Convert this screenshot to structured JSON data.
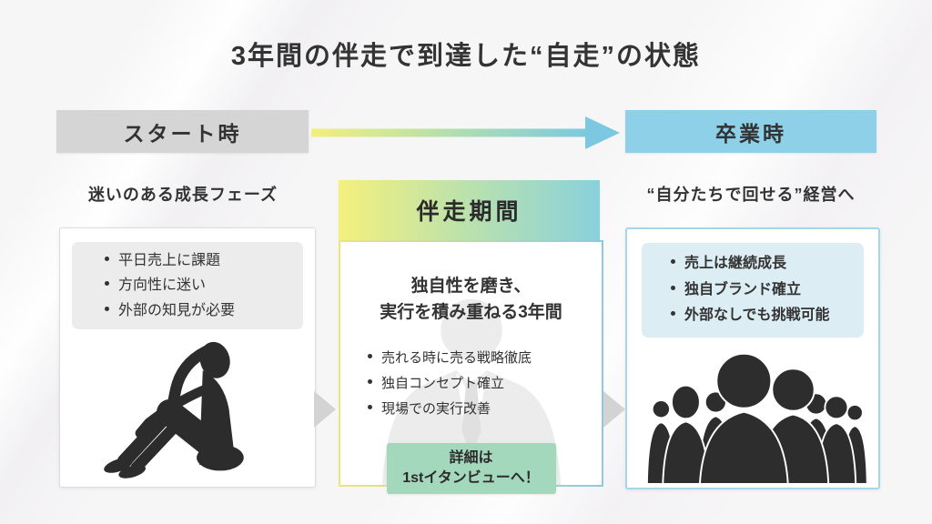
{
  "title": "3年間の伴走で到達した“自走”の状態",
  "timeline": {
    "start_label": "スタート時",
    "end_label": "卒業時"
  },
  "start_section": {
    "heading": "迷いのある成長フェーズ",
    "bullets": [
      "平日売上に課題",
      "方向性に迷い",
      "外部の知見が必要"
    ]
  },
  "middle_section": {
    "heading": "伴走期間",
    "summary_line1": "独自性を磨き、",
    "summary_line2": "実行を積み重ねる3年間",
    "bullets": [
      "売れる時に売る戦略徹底",
      "独自コンセプト確立",
      "現場での実行改善"
    ],
    "cta_line1": "詳細は",
    "cta_line2": "1stイタンビューへ！"
  },
  "end_section": {
    "heading": "“自分たちで回せる”経営へ",
    "bullets": [
      "売上は継続成長",
      "独自ブランド確立",
      "外部なしでも挑戦可能"
    ]
  },
  "icons": {
    "timeline_arrow": "gradient-right-arrow",
    "start_illustration": "sitting-person-silhouette",
    "middle_watermark": "businessman-silhouette",
    "end_illustration": "people-group-silhouette",
    "section_connector": "chevron-right"
  },
  "colors": {
    "start_header_bg": "#d5d5d5",
    "end_header_bg": "#8dd0e8",
    "arrow_gradient_from": "#f3ef7c",
    "arrow_gradient_to": "#7cc8e0",
    "mid_header_gradient_from": "#f5f07d",
    "mid_header_gradient_to": "#89d1dc",
    "cta_bg": "#a4d8bc",
    "start_list_bg": "#ececec",
    "end_list_bg": "#dcedf4",
    "end_card_border": "#a6d6e9",
    "silhouette": "#2c2c2c",
    "text": "#333333"
  }
}
